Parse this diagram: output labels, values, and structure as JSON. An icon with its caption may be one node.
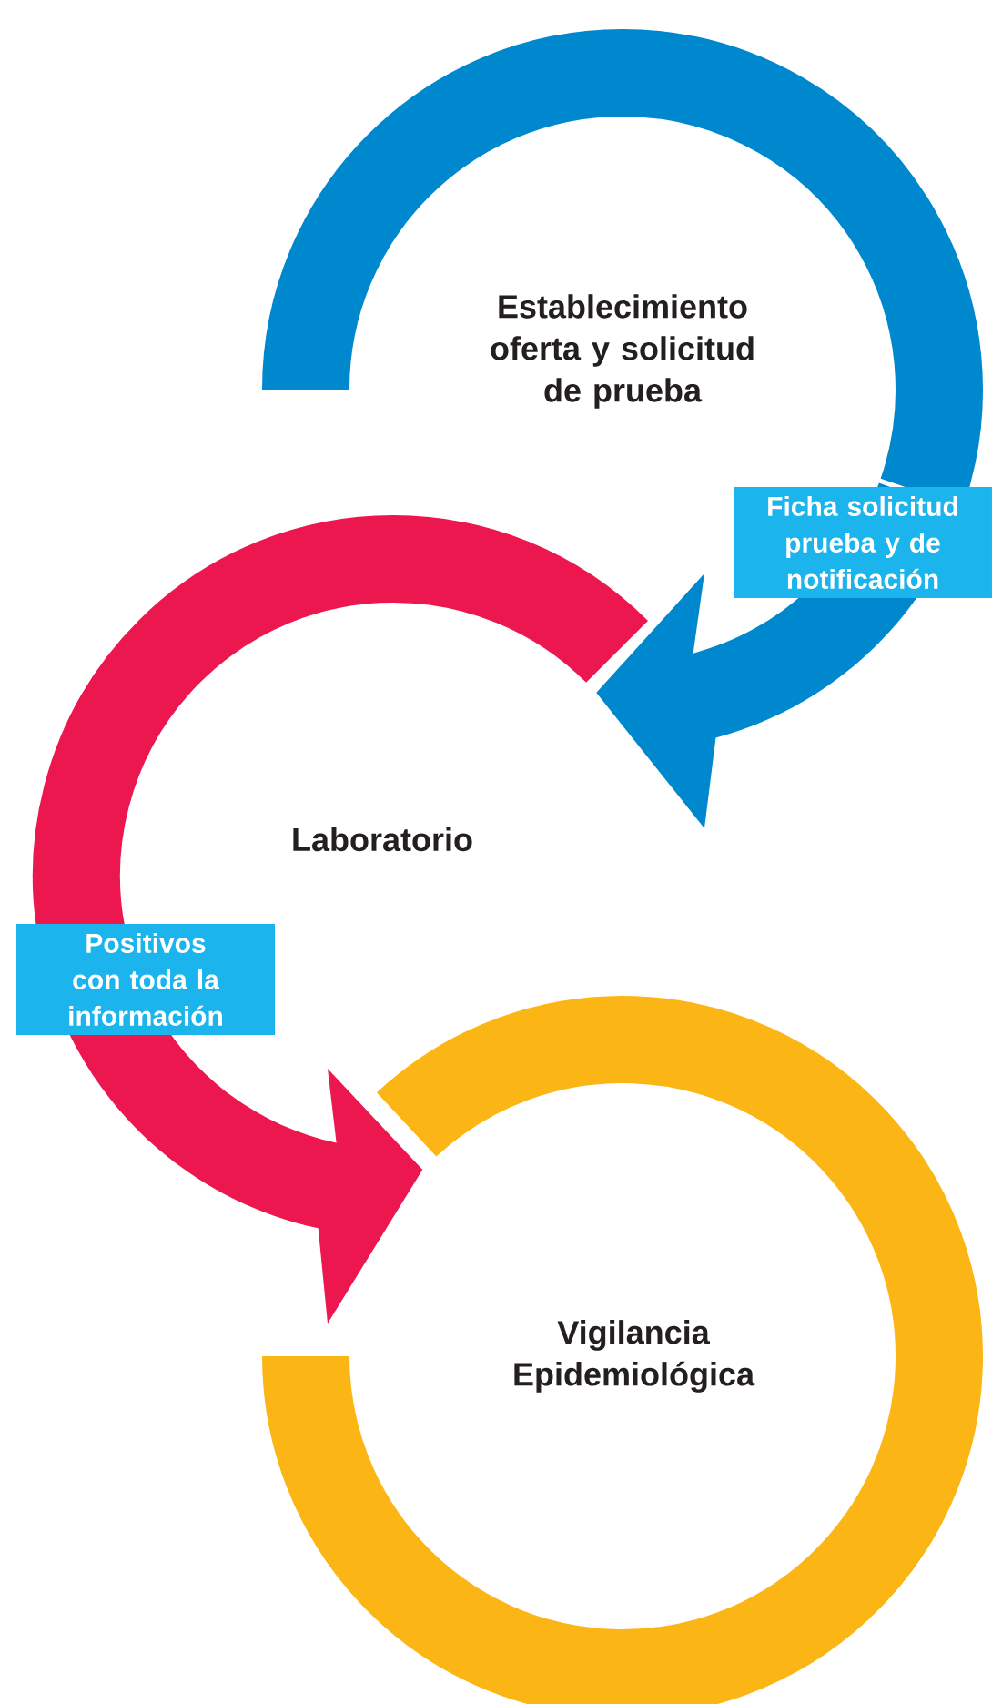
{
  "diagram": {
    "nodes": [
      {
        "text": [
          "Establecimiento oferta y solicitud de prueba"
        ]
      },
      {
        "text": [
          "Laboratorio"
        ]
      },
      {
        "text": [
          "Vigilancia Epidemiológica"
        ]
      }
    ],
    "edges": [
      {
        "from": 0,
        "to": 1,
        "arrow": "to",
        "label": "Ficha solicitud prueba y de notificación",
        "color": "#0088cf"
      },
      {
        "from": 1,
        "to": 2,
        "arrow": "to",
        "label": "Positivos con toda la información",
        "color": "#ec174f"
      }
    ]
  }
}
